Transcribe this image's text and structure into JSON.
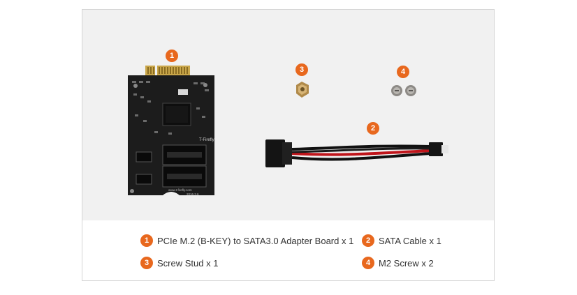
{
  "badges": {
    "b1": "1",
    "b2": "2",
    "b3": "3",
    "b4": "4"
  },
  "board": {
    "label": "T-Firefly",
    "url": "www.t-firefly.com",
    "version": "2016.3.6"
  },
  "legend": {
    "item1": {
      "num": "1",
      "text": "PCIe M.2 (B-KEY) to SATA3.0 Adapter Board x 1"
    },
    "item2": {
      "num": "2",
      "text": "SATA Cable x 1"
    },
    "item3": {
      "num": "3",
      "text": "Screw Stud x 1"
    },
    "item4": {
      "num": "4",
      "text": "M2 Screw x 2"
    }
  },
  "colors": {
    "accent": "#e8681e",
    "panel": "#f1f1f1",
    "board": "#1c1c1c"
  }
}
